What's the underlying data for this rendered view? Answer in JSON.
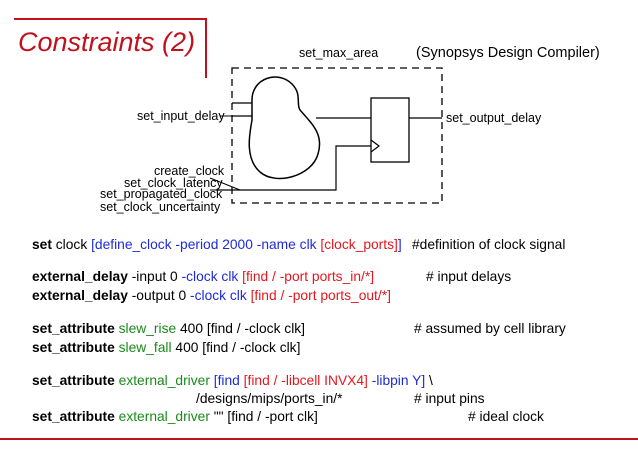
{
  "title": "Constraints (2)",
  "tool_note": "(Synopsys Design Compiler)",
  "diagram": {
    "set_max_area": "set_max_area",
    "set_input_delay": "set_input_delay",
    "set_output_delay": "set_output_delay",
    "create_clock": "create_clock",
    "set_clock_latency": "set_clock_latency",
    "set_propagated_clock": "set_propagated_clock",
    "set_clock_uncertainty": "set_clock_uncertainty"
  },
  "colors": {
    "accent": "#c0121d",
    "blue": "#1f2bd6",
    "red": "#e3171f",
    "green": "#1a8a1a"
  },
  "code": {
    "l1": {
      "kw": "set",
      "t1": " clock ",
      "blue1": "[define_clock -period 2000 -name clk ",
      "red1": "[clock_ports]",
      "blue2": "]",
      "comment": "#definition of clock signal"
    },
    "l2": {
      "kw": "external_delay",
      "t1": "  -input   0  ",
      "blue1": "-clock clk ",
      "red1": "[find / -port ports_in/*]",
      "comment": "# input delays"
    },
    "l3": {
      "kw": "external_delay",
      "t1": " -output  0 ",
      "blue1": "-clock clk ",
      "red1": "[find / -port ports_out/*]"
    },
    "l4": {
      "kw": "set_attribute",
      "green1": "slew_rise",
      "t1": " 400  [find / -clock clk]",
      "comment": "# assumed by cell library"
    },
    "l5": {
      "kw": "set_attribute",
      "green1": "slew_fall",
      "t1": "  400  [find / -clock clk]"
    },
    "l6": {
      "kw": "set_attribute",
      "green1": "external_driver",
      "blue1": " [find ",
      "red1": "[find / -libcell INVX4]",
      "blue2": " -libpin Y]",
      "t1": " \\"
    },
    "l7": {
      "t1": "/designs/mips/ports_in/*",
      "comment": "# input pins"
    },
    "l8": {
      "kw": "set_attribute",
      "green1": "external_driver",
      "t1": " \"\" [find / -port clk]",
      "comment": "# ideal clock"
    }
  }
}
